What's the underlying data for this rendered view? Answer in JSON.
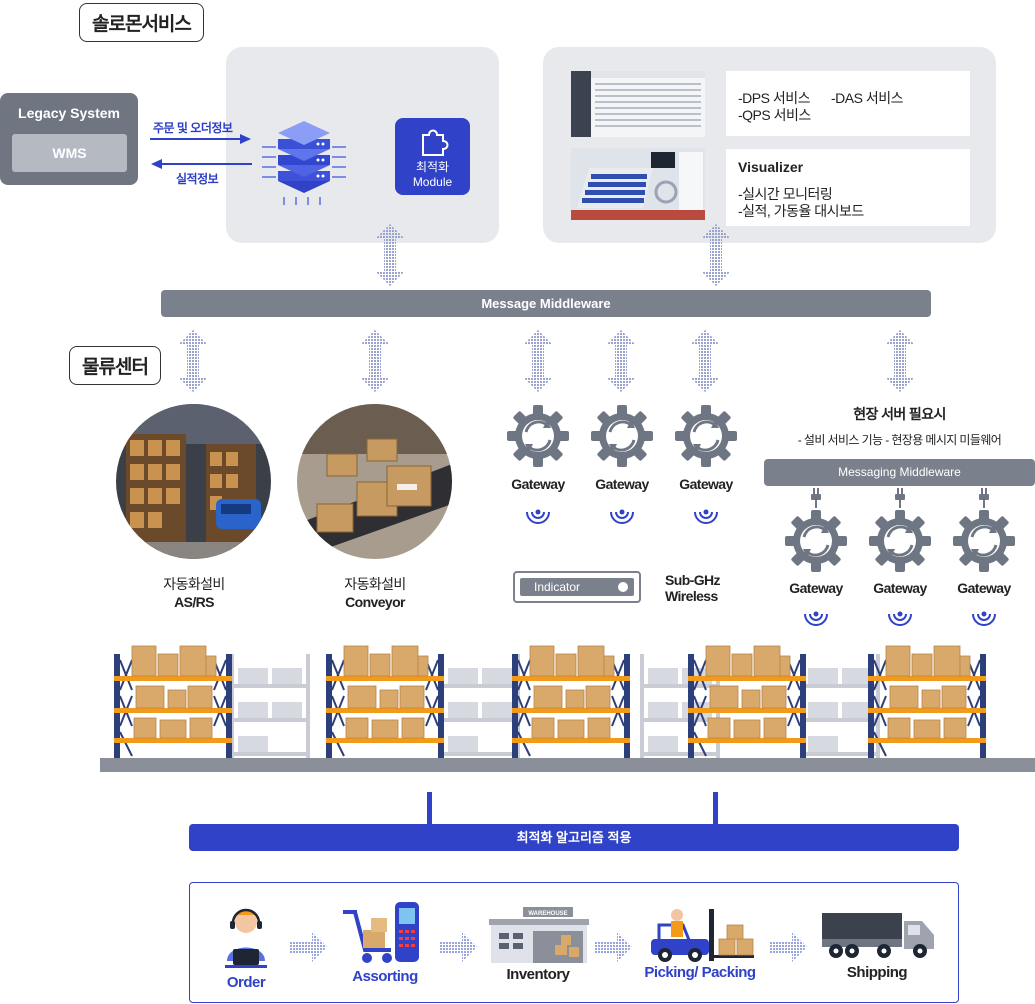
{
  "sections": {
    "solution": "솔로몬서비스",
    "center": "물류센터"
  },
  "legacy": {
    "title": "Legacy System",
    "wms": "WMS",
    "order_info": "주문 및 오더정보",
    "result_info": "실적정보"
  },
  "module": {
    "line1": "최적화",
    "line2": "Module"
  },
  "services": {
    "dps": "-DPS 서비스",
    "das": "-DAS 서비스",
    "qps": "-QPS 서비스"
  },
  "visualizer": {
    "title": "Visualizer",
    "item1": "-실시간 모니터링",
    "item2": "-실적, 가동율 대시보드"
  },
  "middleware": {
    "main": "Message Middleware",
    "messaging": "Messaging Middleware"
  },
  "site_server": {
    "title": "현장 서버 필요시",
    "desc": "- 설비 서비스 기능 - 현장용 메시지 미들웨어"
  },
  "gateways": [
    "Gateway",
    "Gateway",
    "Gateway",
    "Gateway",
    "Gateway",
    "Gateway"
  ],
  "equipment": {
    "asrs_line1": "자동화설비",
    "asrs_line2": "AS/RS",
    "conveyor_line1": "자동화설비",
    "conveyor_line2": "Conveyor"
  },
  "indicator": {
    "label": "Indicator",
    "wireless_line1": "Sub-GHz",
    "wireless_line2": "Wireless"
  },
  "algorithm_bar": "최적화 알고리즘 적용",
  "warehouse_sign": "WAREHOUSE",
  "process": [
    {
      "label": "Order",
      "color": "#2f42c8"
    },
    {
      "label": "Assorting",
      "color": "#2f42c8"
    },
    {
      "label": "Inventory",
      "color": "#222222"
    },
    {
      "label": "Picking/ Packing",
      "color": "#2f42c8"
    },
    {
      "label": "Shipping",
      "color": "#222222"
    }
  ],
  "colors": {
    "accent": "#2f42c8",
    "panel": "#e8e9ec",
    "bar": "#7a818d",
    "box": "#d8a96b",
    "rack": "#2d3f7a",
    "beam": "#f29a1a"
  }
}
